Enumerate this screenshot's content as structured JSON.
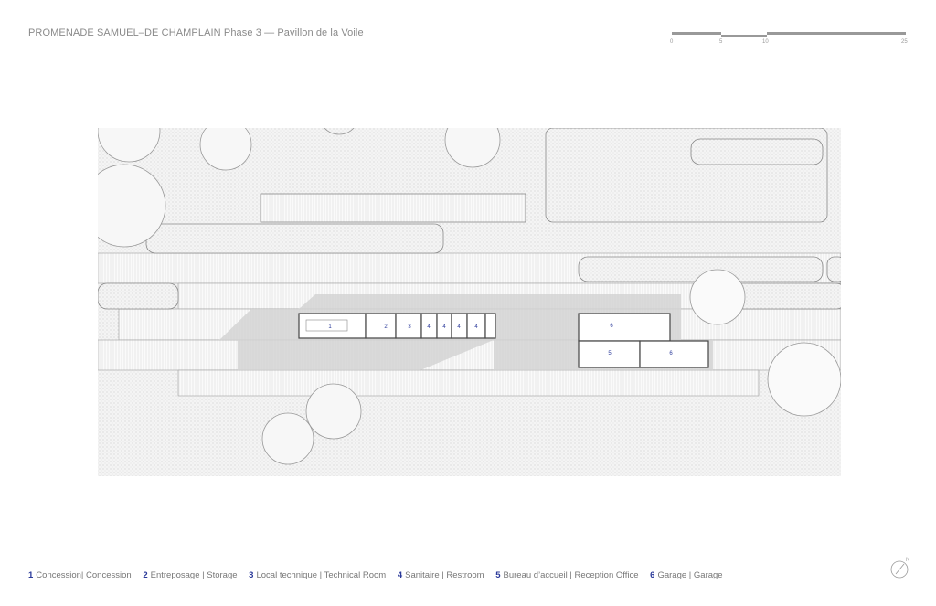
{
  "title": "PROMENADE SAMUEL–DE CHAMPLAIN Phase 3 — Pavillon de la Voile",
  "scale_bar": {
    "ticks": [
      "0",
      "5",
      "10",
      "25"
    ]
  },
  "rooms": {
    "r1": "1",
    "r2": "2",
    "r3": "3",
    "r4": "4",
    "r5": "5",
    "r6": "6"
  },
  "legend": [
    {
      "num": "1",
      "label": "Concession| Concession"
    },
    {
      "num": "2",
      "label": "Entreposage | Storage"
    },
    {
      "num": "3",
      "label": "Local technique | Technical Room"
    },
    {
      "num": "4",
      "label": "Sanitaire | Restroom"
    },
    {
      "num": "5",
      "label": "Bureau d’accueil | Reception Office"
    },
    {
      "num": "6",
      "label": "Garage | Garage"
    }
  ],
  "north_label": "N",
  "colors": {
    "accent": "#2b3a9a",
    "text": "#8a8a8a",
    "shadow": "#d4d4d4"
  }
}
